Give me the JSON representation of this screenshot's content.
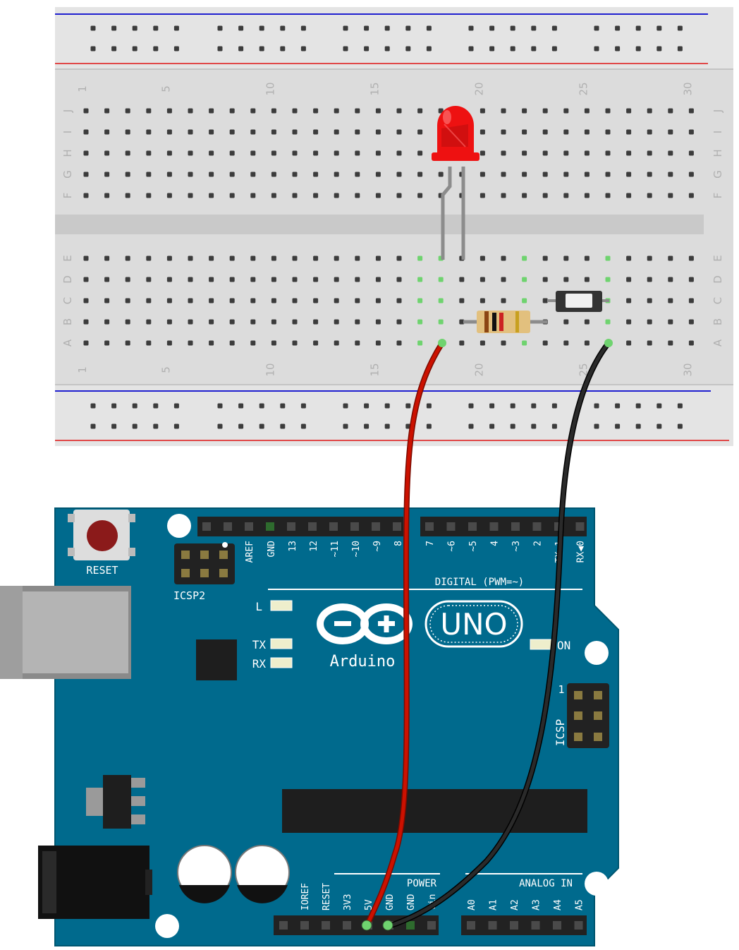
{
  "colors": {
    "board": "#006a8d",
    "breadboard": "#dcdcdc",
    "breadboard_channel": "#c9c9c9",
    "hole": "#3c3c3c",
    "hole_active": "#6fd36f",
    "rail_red": "#e04848",
    "rail_blue": "#2020d0",
    "led": "#ee1111",
    "wire_red": "#cc1100",
    "wire_black": "#1a1a1a",
    "header": "#222222"
  },
  "breadboard": {
    "row_letters_top": [
      "J",
      "I",
      "H",
      "G",
      "F"
    ],
    "row_letters_bottom": [
      "E",
      "D",
      "C",
      "B",
      "A"
    ],
    "column_numbers": [
      "1",
      "5",
      "10",
      "15",
      "20",
      "25",
      "30"
    ],
    "components": {
      "led": "red-led",
      "resistor": "resistor",
      "button": "pushbutton"
    }
  },
  "arduino": {
    "reset_label": "RESET",
    "icsp2_label": "ICSP2",
    "icsp_label": "ICSP",
    "icsp_pin1": "1",
    "digital_label": "DIGITAL (PWM=~)",
    "digital_pins_left": [
      "AREF",
      "GND",
      "13",
      "12",
      "~11",
      "~10",
      "~9",
      "8"
    ],
    "digital_pins_right": [
      "7",
      "~6",
      "~5",
      "4",
      "~3",
      "2",
      "TX▶1",
      "RX◀0"
    ],
    "led_l": "L",
    "led_tx": "TX",
    "led_rx": "RX",
    "on_label": "ON",
    "logo_text": "Arduino",
    "uno_text": "UNO",
    "power_label": "POWER",
    "power_pins": [
      "IOREF",
      "RESET",
      "3V3",
      "5V",
      "GND",
      "GND",
      "Vin"
    ],
    "analog_label": "ANALOG IN",
    "analog_pins": [
      "A0",
      "A1",
      "A2",
      "A3",
      "A4",
      "A5"
    ]
  },
  "wires": {
    "red": "5V",
    "black": "GND"
  }
}
